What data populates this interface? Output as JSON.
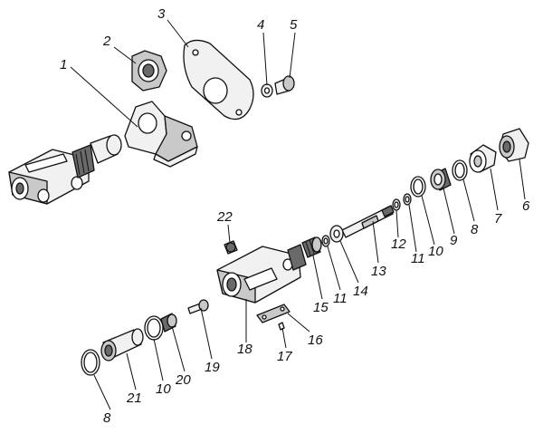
{
  "callouts": {
    "c1": "1",
    "c2": "2",
    "c3": "3",
    "c4": "4",
    "c5": "5",
    "c6": "6",
    "c7": "7",
    "c8a": "8",
    "c9": "9",
    "c10a": "10",
    "c11a": "11",
    "c12": "12",
    "c13": "13",
    "c14": "14",
    "c11b": "11",
    "c15": "15",
    "c16": "16",
    "c17": "17",
    "c18": "18",
    "c19": "19",
    "c20": "20",
    "c21": "21",
    "c10b": "10",
    "c8b": "8",
    "c22": "22"
  }
}
